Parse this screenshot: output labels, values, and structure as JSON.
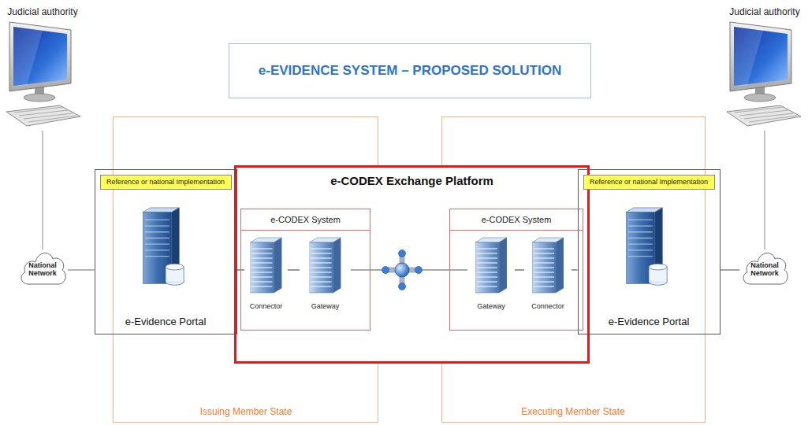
{
  "diagram": {
    "nodes": [
      {
        "text": [
          "e-EVIDENCE SYSTEM – PROPOSED SOLUTION"
        ]
      },
      {
        "text": [
          "Judicial authority"
        ]
      },
      {
        "text": [
          "Judicial authority"
        ]
      },
      {
        "text": [
          "National Network"
        ]
      },
      {
        "text": [
          "National Network"
        ]
      },
      {
        "text": [
          "Issuing Member State"
        ]
      },
      {
        "text": [
          "Executing Member State"
        ]
      },
      {
        "text": [
          "e-CODEX Exchange Platform"
        ]
      },
      {
        "text": [
          "e-CODEX System"
        ],
        "in": 7
      },
      {
        "text": [
          "Connector"
        ],
        "in": 8
      },
      {
        "text": [
          "Gateway"
        ],
        "in": 8
      },
      {
        "text": [
          "e-CODEX System"
        ],
        "in": 7
      },
      {
        "text": [
          "Gateway"
        ],
        "in": 11
      },
      {
        "text": [
          "Connector"
        ],
        "in": 11
      },
      {
        "text": [
          "Reference or national Implementation",
          "e-Evidence Portal"
        ],
        "in": 5
      },
      {
        "text": [
          "Reference or national Implementation",
          "e-Evidence Portal"
        ],
        "in": 6
      }
    ],
    "edges": [
      {
        "from": 1,
        "to": 3,
        "arrow": "none"
      },
      {
        "from": 2,
        "to": 4,
        "arrow": "none"
      },
      {
        "from": 3,
        "to": 14,
        "arrow": "none"
      },
      {
        "from": 14,
        "to": 9,
        "arrow": "none"
      },
      {
        "from": 9,
        "to": 10,
        "arrow": "none"
      },
      {
        "from": 10,
        "to": 12,
        "arrow": "none"
      },
      {
        "from": 12,
        "to": 13,
        "arrow": "none"
      },
      {
        "from": 13,
        "to": 15,
        "arrow": "none"
      },
      {
        "from": 15,
        "to": 4,
        "arrow": "none"
      }
    ]
  }
}
